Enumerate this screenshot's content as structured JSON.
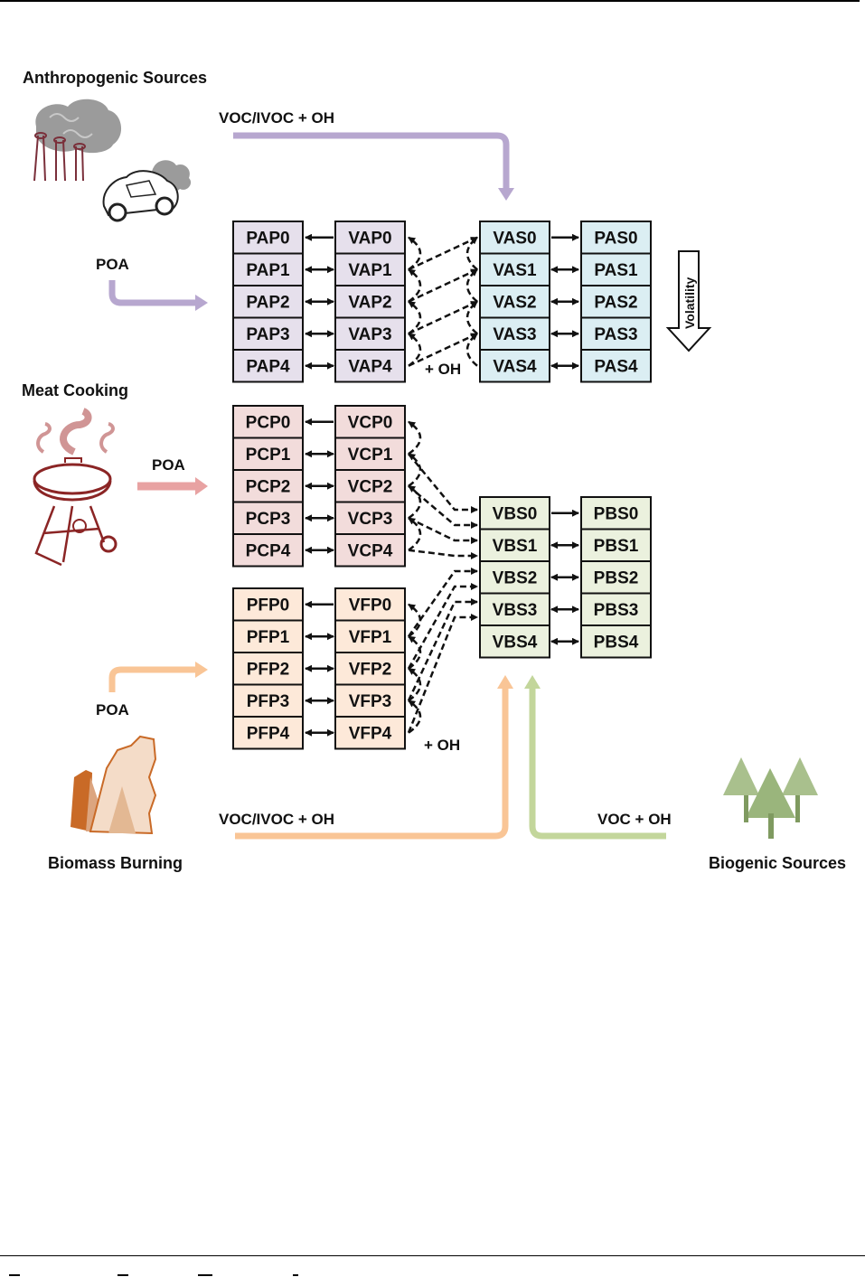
{
  "labels": {
    "anthropogenic": "Anthropogenic Sources",
    "meat": "Meat Cooking",
    "biomass": "Biomass Burning",
    "biogenic": "Biogenic Sources",
    "voc_top": "VOC/IVOC + OH",
    "voc_bottom": "VOC/IVOC + OH",
    "voc_bio": "VOC + OH",
    "poa_anthro": "POA",
    "poa_meat": "POA",
    "poa_biomass": "POA",
    "oh_top": "+ OH",
    "oh_bottom": "+ OH",
    "volatility": "Volatility"
  },
  "colors": {
    "anthro": "#b7a7cf",
    "anthro_fill": "#e6e0ec",
    "meat": "#e8a2a2",
    "meat_fill": "#f2dcdb",
    "biomass": "#f9c596",
    "biomass_fill": "#fde9d9",
    "biogenic": "#c3d69b",
    "biogenic_fill": "#ebf1de",
    "soa_anthro_fill": "#dbeef3"
  },
  "groups": {
    "pap": [
      "PAP0",
      "PAP1",
      "PAP2",
      "PAP3",
      "PAP4"
    ],
    "vap": [
      "VAP0",
      "VAP1",
      "VAP2",
      "VAP3",
      "VAP4"
    ],
    "vas": [
      "VAS0",
      "VAS1",
      "VAS2",
      "VAS3",
      "VAS4"
    ],
    "pas": [
      "PAS0",
      "PAS1",
      "PAS2",
      "PAS3",
      "PAS4"
    ],
    "pcp": [
      "PCP0",
      "PCP1",
      "PCP2",
      "PCP3",
      "PCP4"
    ],
    "vcp": [
      "VCP0",
      "VCP1",
      "VCP2",
      "VCP3",
      "VCP4"
    ],
    "pfp": [
      "PFP0",
      "PFP1",
      "PFP2",
      "PFP3",
      "PFP4"
    ],
    "vfp": [
      "VFP0",
      "VFP1",
      "VFP2",
      "VFP3",
      "VFP4"
    ],
    "vbs": [
      "VBS0",
      "VBS1",
      "VBS2",
      "VBS3",
      "VBS4"
    ],
    "pbs": [
      "PBS0",
      "PBS1",
      "PBS2",
      "PBS3",
      "PBS4"
    ]
  }
}
